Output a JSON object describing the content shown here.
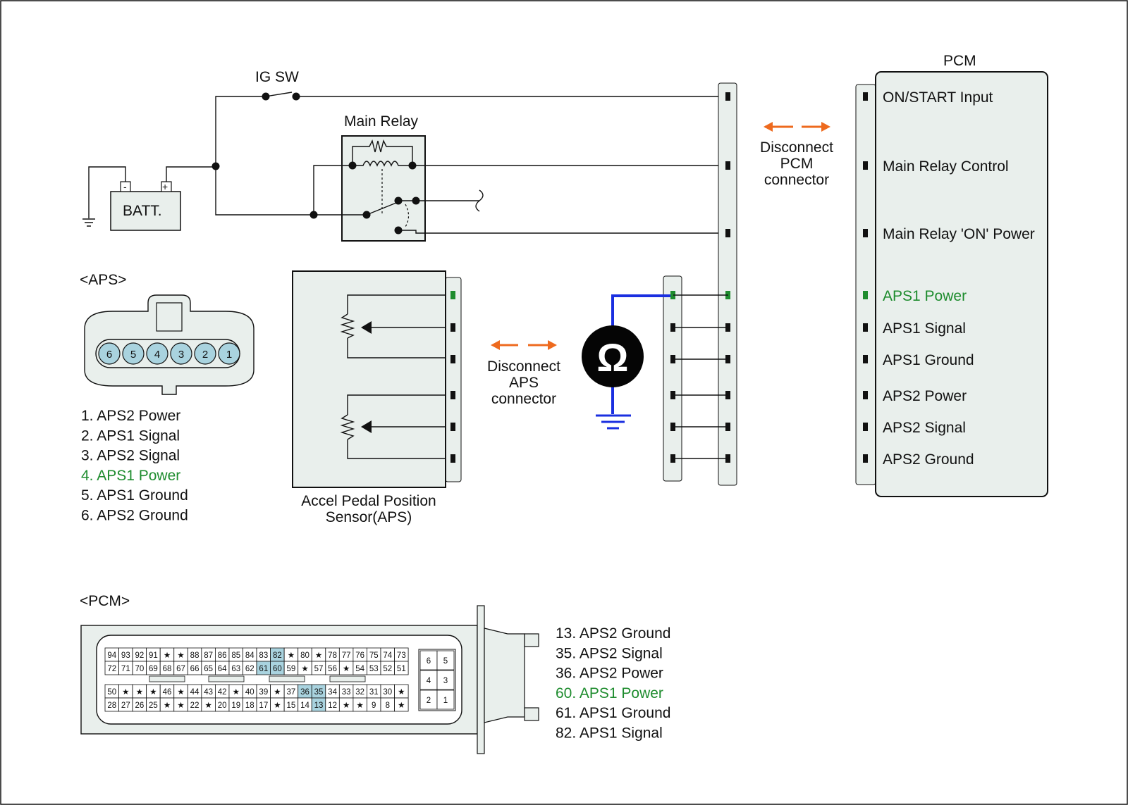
{
  "colors": {
    "highlight": "#1e8c2e",
    "arrow": "#ee6a1e",
    "meter_wire": "#1a2fe0",
    "body_fill": "#e9efec",
    "pin_fill": "#a9d3df"
  },
  "labels": {
    "ig_sw": "IG SW",
    "main_relay": "Main Relay",
    "batt": "BATT.",
    "batt_minus": "-",
    "batt_plus": "+",
    "pcm_title": "PCM",
    "disconnect_pcm": [
      "Disconnect",
      "PCM",
      "connector"
    ],
    "disconnect_aps": [
      "Disconnect",
      "APS",
      "connector"
    ],
    "aps_sensor": [
      "Accel Pedal Position",
      "Sensor(APS)"
    ],
    "aps_header": "<APS>",
    "pcm_header": "<PCM>",
    "ohm_symbol": "Ω"
  },
  "pcm_pins": [
    {
      "label": "ON/START Input",
      "highlight": false
    },
    {
      "label": "Main Relay Control",
      "highlight": false
    },
    {
      "label": "Main Relay 'ON' Power",
      "highlight": false
    },
    {
      "label": "APS1 Power",
      "highlight": true
    },
    {
      "label": "APS1 Signal",
      "highlight": false
    },
    {
      "label": "APS1 Ground",
      "highlight": false
    },
    {
      "label": "APS2 Power",
      "highlight": false
    },
    {
      "label": "APS2 Signal",
      "highlight": false
    },
    {
      "label": "APS2 Ground",
      "highlight": false
    }
  ],
  "aps_pin_numbers": [
    "6",
    "5",
    "4",
    "3",
    "2",
    "1"
  ],
  "aps_pin_list": [
    {
      "text": "1. APS2 Power",
      "highlight": false
    },
    {
      "text": "2. APS1 Signal",
      "highlight": false
    },
    {
      "text": "3. APS2 Signal",
      "highlight": false
    },
    {
      "text": "4. APS1 Power",
      "highlight": true
    },
    {
      "text": "5. APS1 Ground",
      "highlight": false
    },
    {
      "text": "6. APS2 Ground",
      "highlight": false
    }
  ],
  "pcm_pin_list": [
    {
      "text": "13. APS2 Ground",
      "highlight": false
    },
    {
      "text": "35. APS2 Signal",
      "highlight": false
    },
    {
      "text": "36. APS2 Power",
      "highlight": false
    },
    {
      "text": "60. APS1 Power",
      "highlight": true
    },
    {
      "text": "61. APS1 Ground",
      "highlight": false
    },
    {
      "text": "82. APS1 Signal",
      "highlight": false
    }
  ],
  "pcm_connector": {
    "grid_rows": [
      [
        "94",
        "93",
        "92",
        "91",
        "★",
        "★",
        "88",
        "87",
        "86",
        "85",
        "84",
        "83",
        "82",
        "★",
        "80",
        "★",
        "78",
        "77",
        "76",
        "75",
        "74",
        "73"
      ],
      [
        "72",
        "71",
        "70",
        "69",
        "68",
        "67",
        "66",
        "65",
        "64",
        "63",
        "62",
        "61",
        "60",
        "59",
        "★",
        "57",
        "56",
        "★",
        "54",
        "53",
        "52",
        "51"
      ],
      [
        "50",
        "★",
        "★",
        "★",
        "46",
        "★",
        "44",
        "43",
        "42",
        "★",
        "40",
        "39",
        "★",
        "37",
        "36",
        "35",
        "34",
        "33",
        "32",
        "31",
        "30",
        "★"
      ],
      [
        "28",
        "27",
        "26",
        "25",
        "★",
        "★",
        "22",
        "★",
        "20",
        "19",
        "18",
        "17",
        "★",
        "15",
        "14",
        "13",
        "12",
        "★",
        "★",
        "9",
        "8",
        "★"
      ]
    ],
    "highlighted_cells": [
      "82",
      "61",
      "60",
      "36",
      "35",
      "13"
    ],
    "small_grid": [
      [
        "6",
        "5"
      ],
      [
        "4",
        "3"
      ],
      [
        "2",
        "1"
      ]
    ]
  }
}
